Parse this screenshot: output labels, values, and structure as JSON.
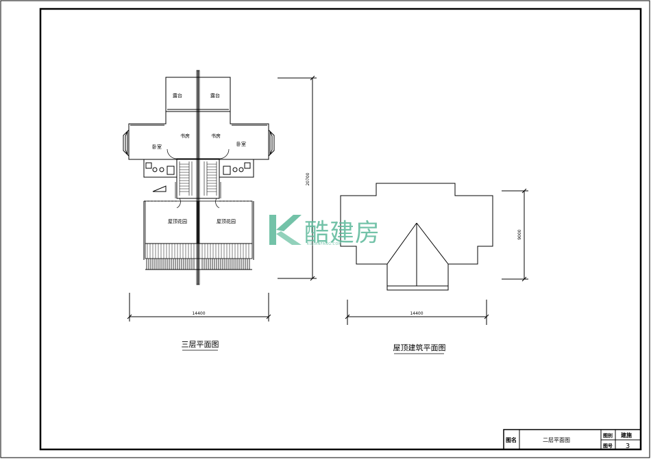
{
  "plan_left": {
    "title": "三层平面图",
    "rooms": {
      "balcony_left": "露台",
      "balcony_right": "露台",
      "study_left": "书房",
      "study_right": "书房",
      "bedroom_left": "卧室",
      "bedroom_right": "卧室",
      "roof_garden_left": "屋顶花园",
      "roof_garden_right": "屋顶花园"
    },
    "width_dimension": "14400",
    "height_dimension": "20700"
  },
  "plan_right": {
    "title": "屋顶建筑平面图",
    "width_dimension": "14400",
    "height_dimension": "9000"
  },
  "watermark": {
    "logo_letter": "K",
    "brand": "酷建房",
    "site": "KUJIANFANG.COM",
    "color": "#5bb89a"
  },
  "title_block": {
    "name_label": "图名",
    "drawing_name": "二层平面图",
    "scale_label": "图别",
    "category": "建施",
    "number_label": "图号",
    "number": "3"
  }
}
